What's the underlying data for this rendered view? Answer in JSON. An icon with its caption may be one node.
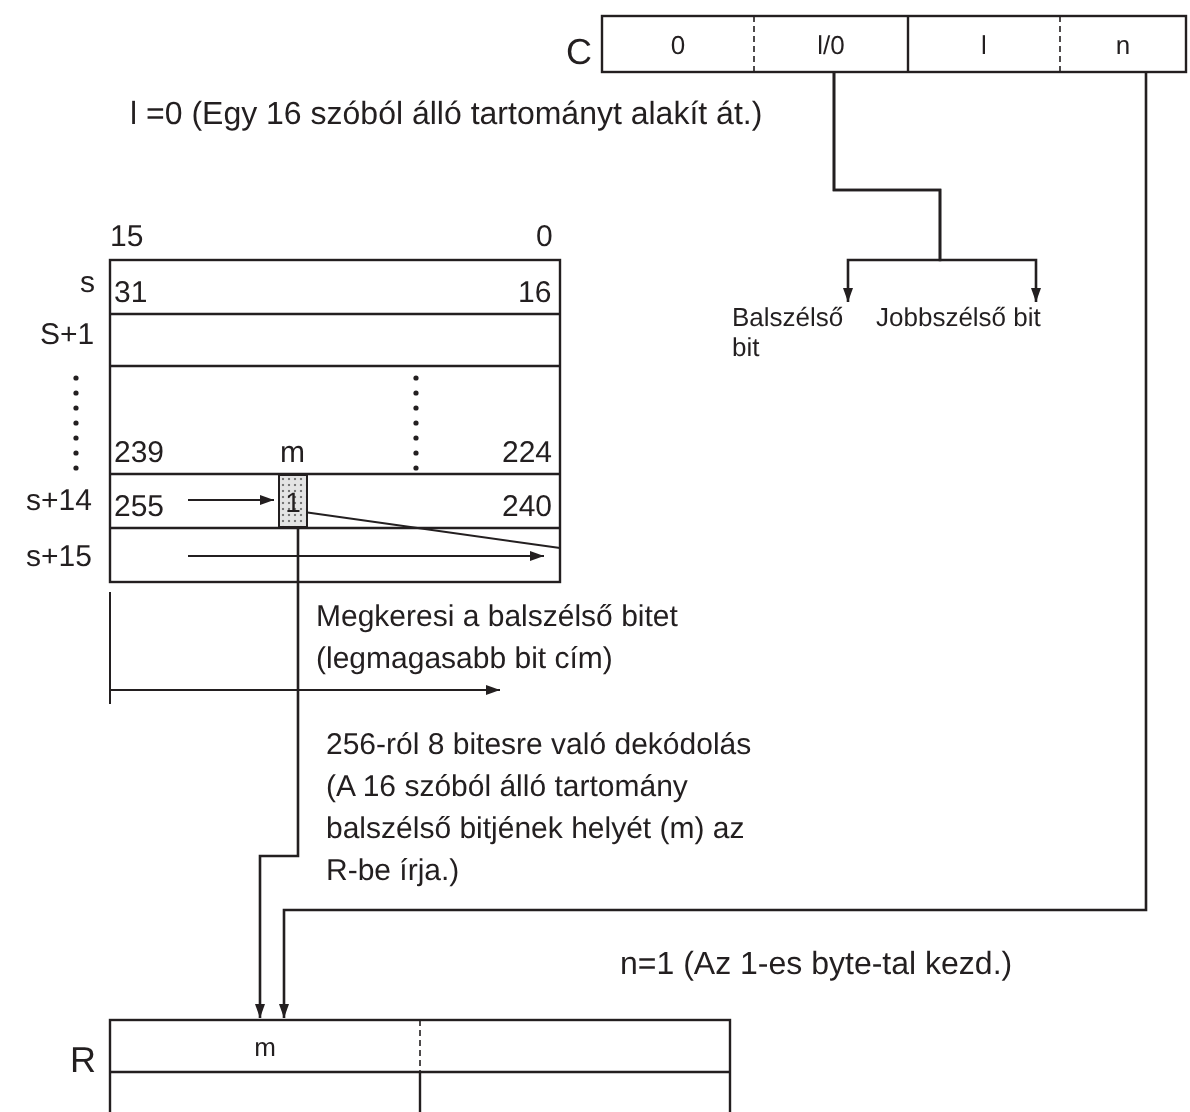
{
  "diagram": {
    "nodes": [
      {
        "text": [
          "0"
        ]
      },
      {
        "text": [
          "l/0"
        ]
      },
      {
        "text": [
          "l"
        ]
      },
      {
        "text": [
          "n"
        ]
      },
      {
        "text": [
          "Balszélső bit"
        ]
      },
      {
        "text": [
          "Jobbszélső bit"
        ]
      },
      {
        "text": [
          "1"
        ]
      },
      {
        "text": [
          "m"
        ]
      }
    ],
    "edges": [
      {
        "from": 1,
        "to": 4,
        "arrow": "to"
      },
      {
        "from": 1,
        "to": 5,
        "arrow": "to"
      },
      {
        "from": 6,
        "to": 7,
        "arrow": "to"
      },
      {
        "from": 3,
        "to": 7,
        "arrow": "to"
      }
    ],
    "labels": [
      "C",
      "l =0 (Egy 16 szóból álló tartományt alakít át.)",
      "15",
      "0",
      "s",
      "31",
      "16",
      "S+1",
      "239",
      "m",
      "224",
      "s+14",
      "255",
      "240",
      "s+15",
      "Megkeresi a balszélső bitet (legmagasabb bit cím)",
      "256-ról 8 bitesre való dekódolás (A 16 szóból álló tartomány balszélső bitjének helyét (m) az R-be írja.)",
      "n=1 (Az 1-es byte-tal kezd.)",
      "R"
    ]
  }
}
